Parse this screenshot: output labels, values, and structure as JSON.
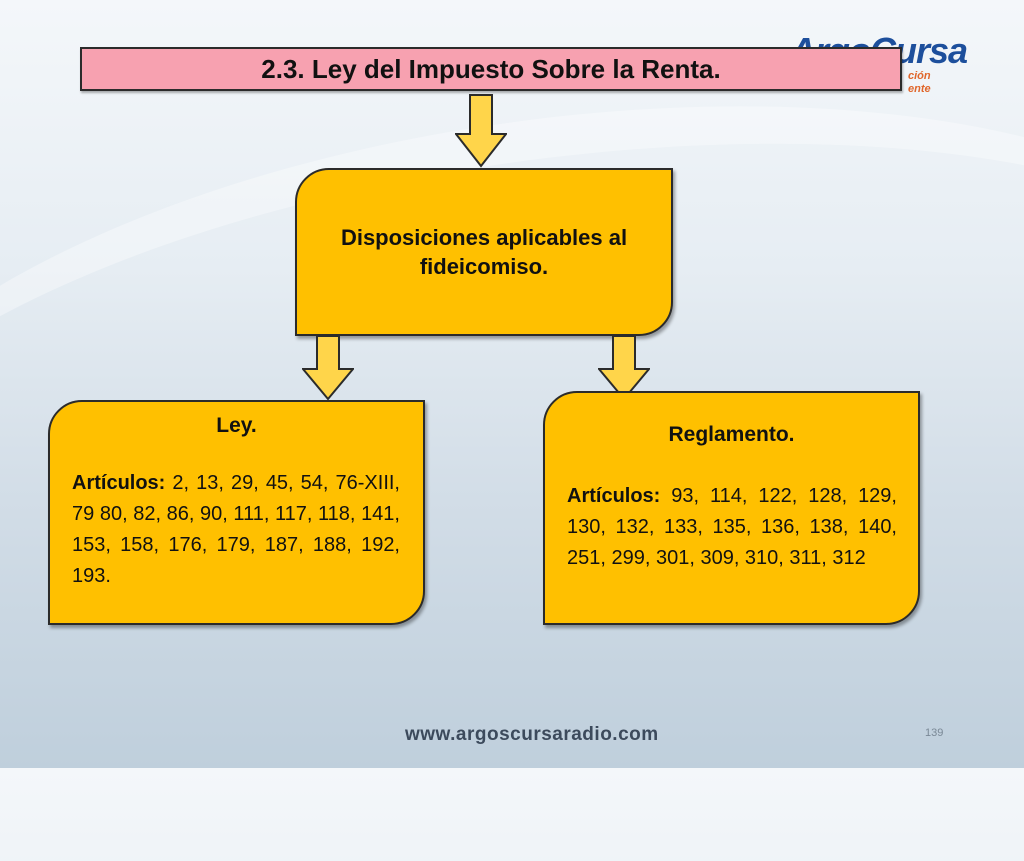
{
  "logo": {
    "brand": "ArgoCursa",
    "sub_line1": "ción",
    "sub_line2": "ente",
    "colors": {
      "blue": "#1d4f9c",
      "orange": "#e0662b"
    }
  },
  "title": "2.3.  Ley del Impuesto Sobre la Renta.",
  "center_node": "Disposiciones aplicables al fideicomiso.",
  "left_node": {
    "title": "Ley.",
    "label": "Artículos:",
    "text": "2, 13, 29, 45, 54, 76-XIII, 79 80, 82, 86, 90, 111, 117, 118, 141, 153, 158, 176, 179, 187, 188, 192, 193."
  },
  "right_node": {
    "title": "Reglamento.",
    "label": "Artículos:",
    "text": "93, 114, 122, 128, 129, 130, 132, 133, 135, 136, 138, 140, 251, 299, 301, 309, 310, 311, 312"
  },
  "footer_url": "www.argoscursaradio.com",
  "page_number": "139",
  "colors": {
    "title_fill": "#f7a1b0",
    "box_fill": "#ffc000",
    "arrow_fill": "#ffd54a"
  }
}
